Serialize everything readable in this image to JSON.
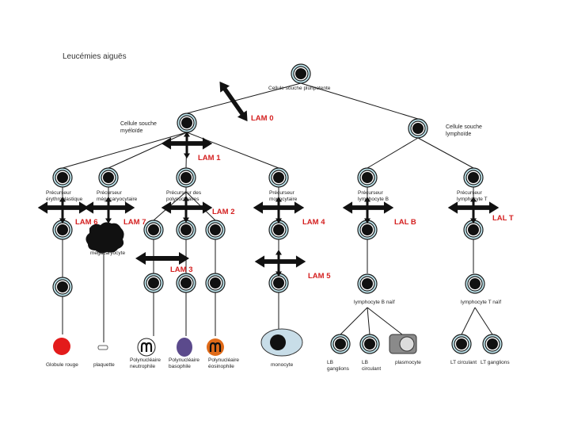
{
  "title": "Leucémies aiguës",
  "stem_labels": {
    "pluripotent": "Cellule souche pluripotente",
    "myeloid": [
      "Cellule souche",
      "myéloïde"
    ],
    "lymphoid": [
      "Cellule souche",
      "lymphoïde"
    ]
  },
  "precursors": {
    "erythro": [
      "Précurseur",
      "érythroblastique"
    ],
    "mega": [
      "Précurseur",
      "mégacaryocytaire"
    ],
    "poly": [
      "Précurseur des",
      "polynucléaires"
    ],
    "mono": [
      "Précurseur",
      "monocytaire"
    ],
    "lymB": [
      "Précurseur",
      "lymphocyte B"
    ],
    "lymT": [
      "Précurseur",
      "lymphocyte T"
    ]
  },
  "mid_labels": {
    "megakaryocyte": "mégacaryocyte",
    "lymB_naive": "lymphocyte B naïf",
    "lymT_naive": "lymphocyte T naïf"
  },
  "final_labels": {
    "globule_rouge": "Globule rouge",
    "plaquette": "plaquette",
    "neutro": [
      "Polynucléaire",
      "neutrophile"
    ],
    "baso": [
      "Polynucléaire",
      "basophile"
    ],
    "eosino": [
      "Polynucléaire",
      "éosinophile"
    ],
    "monocyte": "monocyte",
    "lb_ganglions": [
      "LB",
      "ganglions"
    ],
    "lb_circulant": [
      "LB",
      "circulant"
    ],
    "plasmocyte": "plasmocyte",
    "lt_circulant": "LT circulant",
    "lt_ganglions": "LT ganglions"
  },
  "subtypes": {
    "lam0": "LAM 0",
    "lam1": "LAM 1",
    "lam2": "LAM 2",
    "lam3": "LAM 3",
    "lam4": "LAM 4",
    "lam5": "LAM 5",
    "lam6": "LAM 6",
    "lam7": "LAM 7",
    "lalb": "LAL B",
    "lalt": "LAL T"
  },
  "colors": {
    "subtype_red": "#d42020",
    "cell_cyan": "#bfe6ee",
    "cell_core": "#111111",
    "red_cell": "#e31b1b",
    "basophil": "#5b4a8c",
    "eosinophil": "#e06a18",
    "monocyte_body": "#c8dde8",
    "plasmocyte": "#888888"
  },
  "icons": [
    "double-arrow-icon",
    "cell-icon"
  ]
}
